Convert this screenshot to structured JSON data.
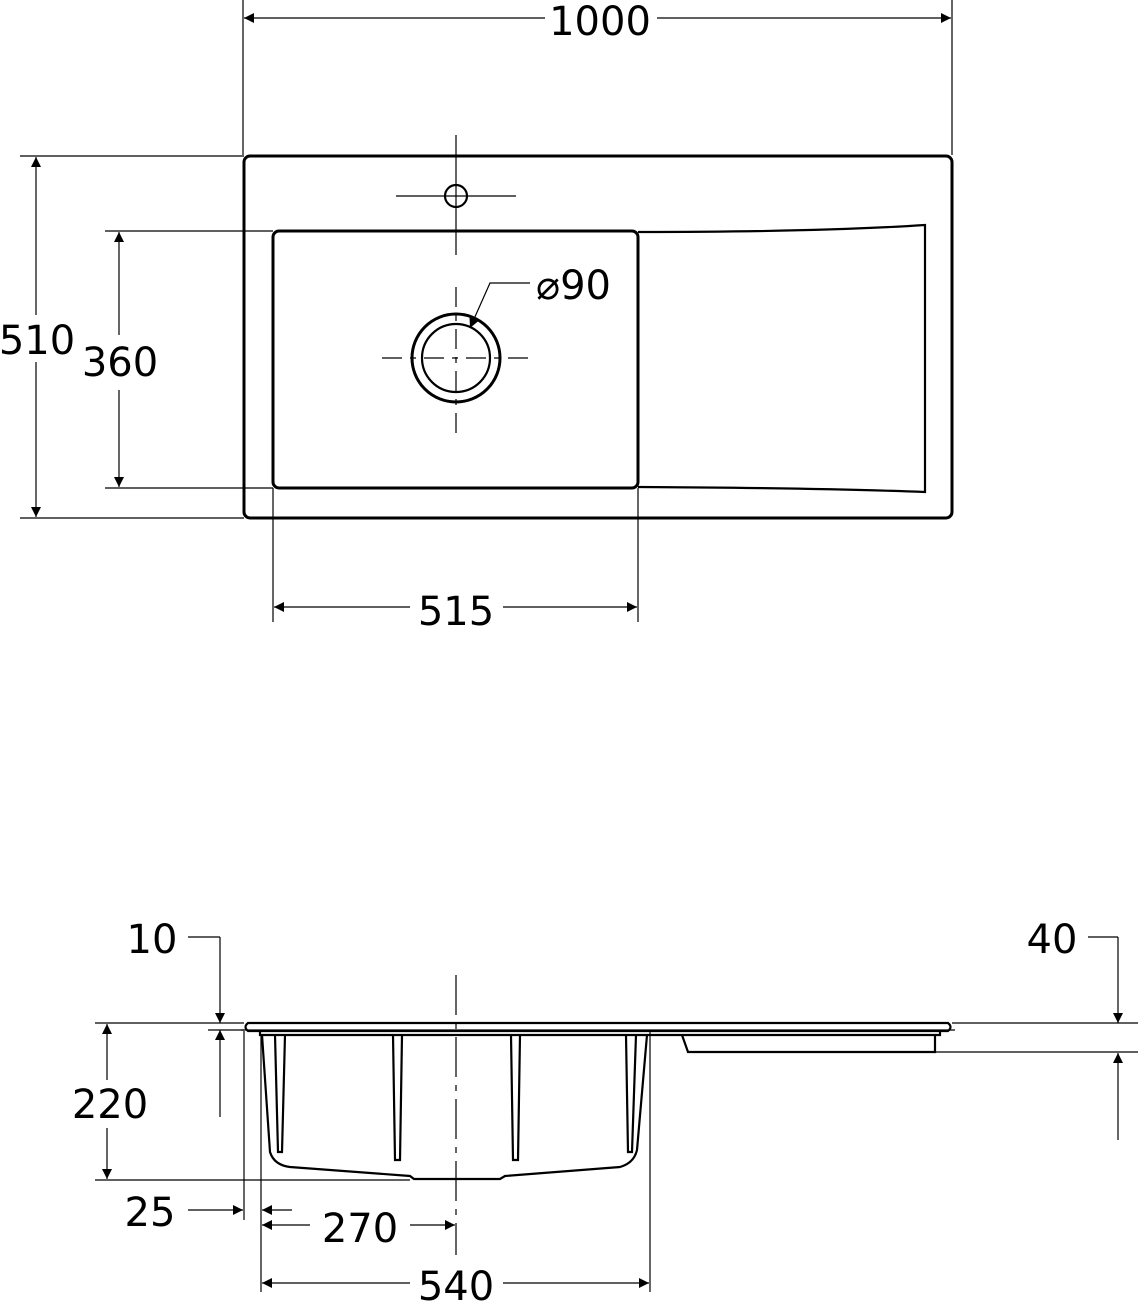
{
  "top_view": {
    "overall_width": "1000",
    "overall_depth": "510",
    "bowl_depth": "360",
    "bowl_width": "515",
    "drain_diameter": "⌀90"
  },
  "side_view": {
    "rim_thickness": "10",
    "drainboard_height": "40",
    "bowl_height": "220",
    "bowl_offset": "25",
    "drain_center_offset": "270",
    "bowl_outer_width": "540"
  }
}
